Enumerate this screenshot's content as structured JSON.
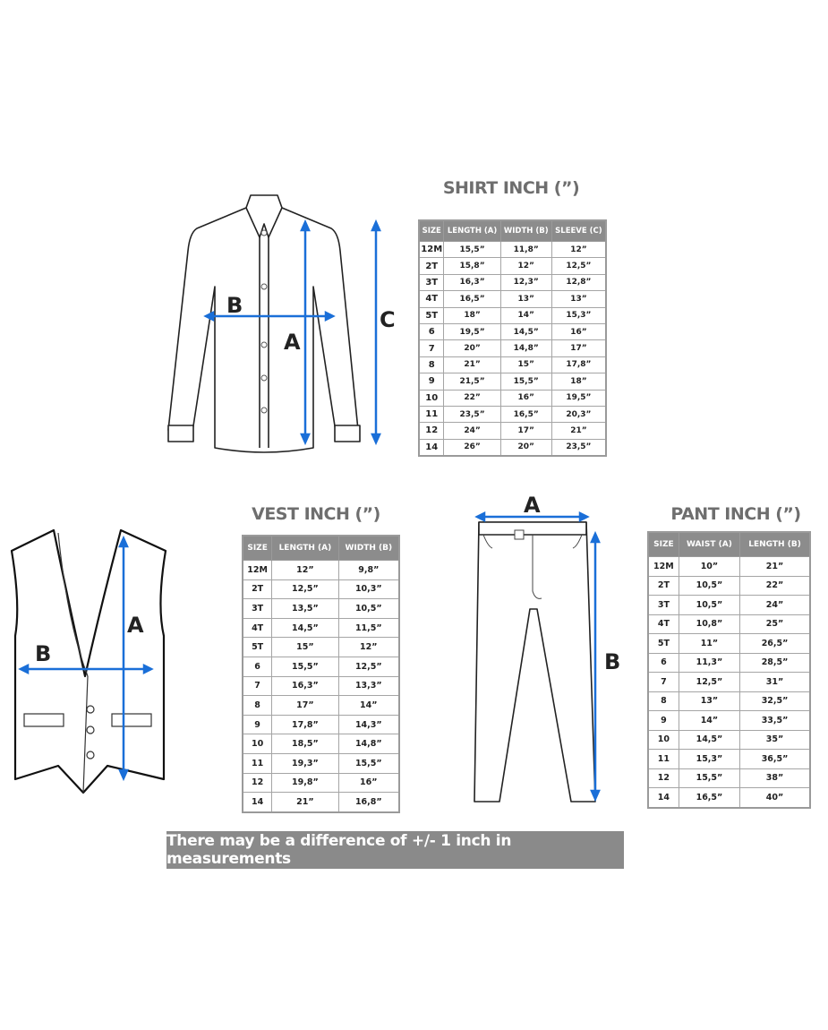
{
  "shirt": {
    "title": "SHIRT INCH (”)",
    "labels": {
      "a": "A",
      "b": "B",
      "c": "C"
    },
    "headers": [
      "SIZE",
      "LENGTH (A)",
      "WIDTH (B)",
      "SLEEVE (C)"
    ],
    "rows": [
      [
        "12M",
        "15,5”",
        "11,8”",
        "12”"
      ],
      [
        "2T",
        "15,8”",
        "12”",
        "12,5”"
      ],
      [
        "3T",
        "16,3”",
        "12,3”",
        "12,8”"
      ],
      [
        "4T",
        "16,5”",
        "13”",
        "13”"
      ],
      [
        "5T",
        "18”",
        "14”",
        "15,3”"
      ],
      [
        "6",
        "19,5”",
        "14,5”",
        "16”"
      ],
      [
        "7",
        "20”",
        "14,8”",
        "17”"
      ],
      [
        "8",
        "21”",
        "15”",
        "17,8”"
      ],
      [
        "9",
        "21,5”",
        "15,5”",
        "18”"
      ],
      [
        "10",
        "22”",
        "16”",
        "19,5”"
      ],
      [
        "11",
        "23,5”",
        "16,5”",
        "20,3”"
      ],
      [
        "12",
        "24”",
        "17”",
        "21”"
      ],
      [
        "14",
        "26”",
        "20”",
        "23,5”"
      ]
    ]
  },
  "vest": {
    "title": "VEST INCH (”)",
    "labels": {
      "a": "A",
      "b": "B"
    },
    "headers": [
      "SIZE",
      "LENGTH (A)",
      "WIDTH (B)"
    ],
    "rows": [
      [
        "12M",
        "12”",
        "9,8”"
      ],
      [
        "2T",
        "12,5”",
        "10,3”"
      ],
      [
        "3T",
        "13,5”",
        "10,5”"
      ],
      [
        "4T",
        "14,5”",
        "11,5”"
      ],
      [
        "5T",
        "15”",
        "12”"
      ],
      [
        "6",
        "15,5”",
        "12,5”"
      ],
      [
        "7",
        "16,3”",
        "13,3”"
      ],
      [
        "8",
        "17”",
        "14”"
      ],
      [
        "9",
        "17,8”",
        "14,3”"
      ],
      [
        "10",
        "18,5”",
        "14,8”"
      ],
      [
        "11",
        "19,3”",
        "15,5”"
      ],
      [
        "12",
        "19,8”",
        "16”"
      ],
      [
        "14",
        "21”",
        "16,8”"
      ]
    ]
  },
  "pant": {
    "title": "PANT INCH (”)",
    "labels": {
      "a": "A",
      "b": "B"
    },
    "headers": [
      "SIZE",
      "WAIST (A)",
      "LENGTH (B)"
    ],
    "rows": [
      [
        "12M",
        "10”",
        "21”"
      ],
      [
        "2T",
        "10,5”",
        "22”"
      ],
      [
        "3T",
        "10,5”",
        "24”"
      ],
      [
        "4T",
        "10,8”",
        "25”"
      ],
      [
        "5T",
        "11”",
        "26,5”"
      ],
      [
        "6",
        "11,3”",
        "28,5”"
      ],
      [
        "7",
        "12,5”",
        "31”"
      ],
      [
        "8",
        "13”",
        "32,5”"
      ],
      [
        "9",
        "14”",
        "33,5”"
      ],
      [
        "10",
        "14,5”",
        "35”"
      ],
      [
        "11",
        "15,3”",
        "36,5”"
      ],
      [
        "12",
        "15,5”",
        "38”"
      ],
      [
        "14",
        "16,5”",
        "40”"
      ]
    ]
  },
  "note": "There may be a difference of +/- 1 inch in measurements",
  "colors": {
    "arrow": "#1a6fd8",
    "header": "#8c8c8c",
    "title": "#6e6e6e"
  }
}
